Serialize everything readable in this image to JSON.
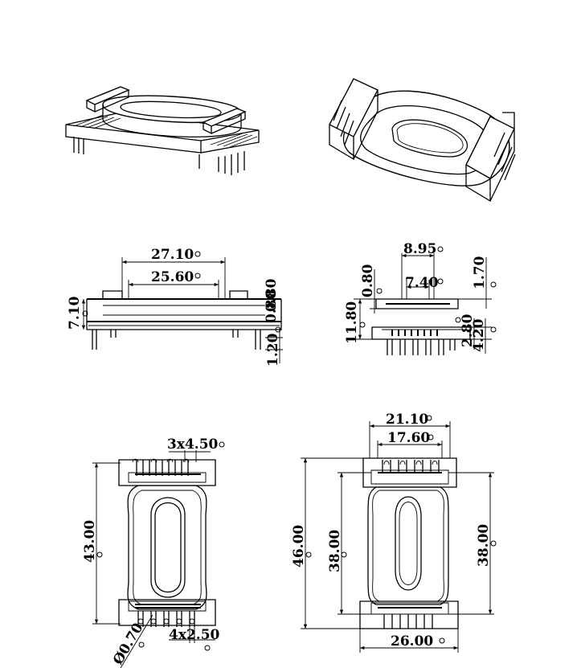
{
  "side_view": {
    "dim_overall_length": "27.10",
    "dim_inner_length": "25.60",
    "dim_height": "7.10",
    "dim_flange": "0.80",
    "dim_base": "0.80",
    "dim_pin": "1.20"
  },
  "end_view": {
    "dim_top_width": "8.95",
    "dim_inner_width": "7.40",
    "dim_top_left": "0.80",
    "dim_top_right": "1.70",
    "dim_height": "11.80",
    "dim_base_a": "2.80",
    "dim_base_b": "4.20"
  },
  "top_view_left": {
    "dim_pitch_top": "3x4.50",
    "dim_length": "43.00",
    "dim_pin_diameter": "Ø0.70",
    "dim_pitch_bottom": "4x2.50"
  },
  "top_view_right": {
    "dim_outer_width": "21.10",
    "dim_inner_width": "17.60",
    "dim_overall_length": "46.00",
    "dim_body_left": "38.00",
    "dim_body_right": "38.00",
    "dim_base_width": "26.00"
  }
}
